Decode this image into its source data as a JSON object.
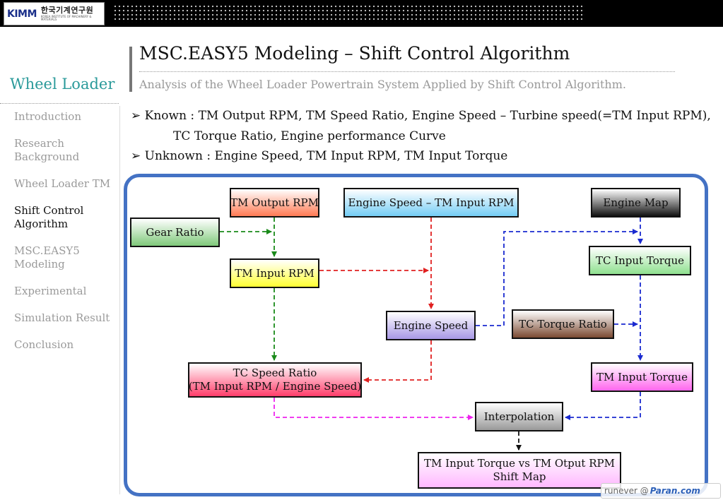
{
  "header": {
    "logo_mark": "KIMM",
    "logo_korean": "한국기계연구원",
    "logo_english": "KOREA INSTITUTE OF MACHINERY & MATERIALS"
  },
  "sidebar": {
    "title": "Wheel Loader",
    "items": [
      {
        "label": "Introduction"
      },
      {
        "label": "Research Background"
      },
      {
        "label": "Wheel Loader TM"
      },
      {
        "label": "Shift Control Algorithm",
        "active": true
      },
      {
        "label": "MSC.EASY5 Modeling"
      },
      {
        "label": "Experimental"
      },
      {
        "label": "Simulation Result"
      },
      {
        "label": "Conclusion"
      }
    ]
  },
  "main": {
    "title": "MSC.EASY5 Modeling – Shift Control Algorithm",
    "subtitle": "Analysis of the Wheel Loader Powertrain System Applied by Shift Control Algorithm.",
    "bullets": {
      "known_line1": "➢ Known : TM Output RPM, TM Speed Ratio, Engine Speed – Turbine speed(=TM Input RPM),",
      "known_line2": "TC Torque Ratio, Engine performance Curve",
      "unknown": "➢ Unknown : Engine Speed, TM Input RPM, TM Input Torque"
    }
  },
  "diagram": {
    "nodes": {
      "tm_output_rpm": "TM Output RPM",
      "engine_speed_tm_input_rpm": "Engine Speed – TM Input RPM",
      "engine_map": "Engine Map",
      "gear_ratio": "Gear Ratio",
      "tc_input_torque": "TC Input Torque",
      "tm_input_rpm": "TM Input RPM",
      "engine_speed": "Engine Speed",
      "tc_torque_ratio": "TC Torque Ratio",
      "tc_speed_ratio_line1": "TC Speed Ratio",
      "tc_speed_ratio_line2": "(TM Input RPM / Engine Speed)",
      "tm_input_torque": "TM Input Torque",
      "interpolation": "Interpolation",
      "shift_map_line1": "TM Input Torque vs TM Otput RPM",
      "shift_map_line2": "Shift Map"
    },
    "colors": {
      "frame": "#4472c4",
      "green_flow": "#1a8a1a",
      "red_flow": "#e02020",
      "blue_flow": "#1a2ad0",
      "magenta_flow": "#ee22ee",
      "black_flow": "#111111"
    }
  },
  "watermark": {
    "prefix": "runever @",
    "brand": "Paran.com"
  }
}
